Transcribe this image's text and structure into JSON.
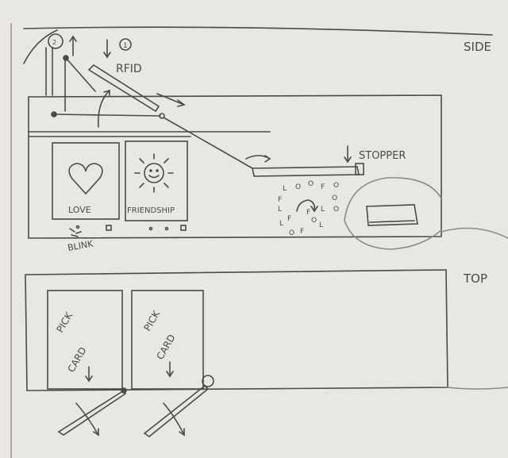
{
  "page": {
    "paper_color": "#e9e7e2",
    "pencil_color": "#4a4a4a",
    "faint_pencil_color": "#8a8a8a"
  },
  "views": {
    "side_label": "SIDE",
    "top_label": "TOP"
  },
  "side_view": {
    "step_1_badge": "1",
    "step_2_badge": "2",
    "rfid_label": "RFID",
    "stopper_label": "STOPPER",
    "blink_label": "BLINK",
    "cards": [
      {
        "label": "LOVE",
        "icon": "heart-icon"
      },
      {
        "label": "FRIENDSHIP",
        "icon": "smiling-sun-icon"
      }
    ],
    "scatter_letters": [
      "L",
      "O",
      "O",
      "F",
      "O",
      "F",
      "O",
      "L",
      "L",
      "O",
      "F",
      "O",
      "L",
      "F",
      "L",
      "O",
      "F"
    ]
  },
  "top_view": {
    "cards": [
      {
        "line1": "PICK",
        "line2": "CARD",
        "arrow": "down-arrow-icon"
      },
      {
        "line1": "PICK",
        "line2": "CARD",
        "arrow": "down-arrow-icon"
      }
    ]
  }
}
